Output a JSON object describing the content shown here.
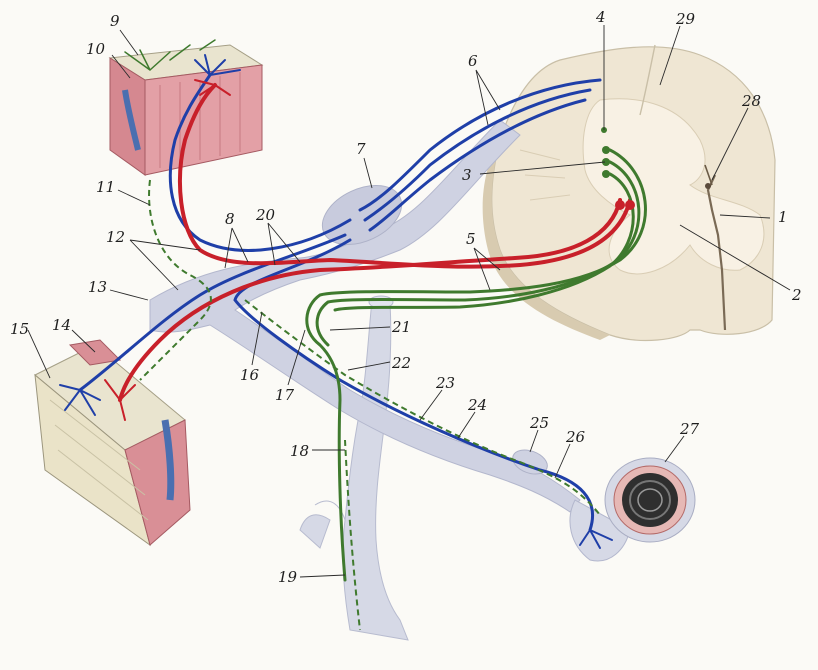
{
  "labels": [
    {
      "id": "1",
      "text": "1"
    },
    {
      "id": "2",
      "text": "2"
    },
    {
      "id": "3",
      "text": "3"
    },
    {
      "id": "4",
      "text": "4"
    },
    {
      "id": "5",
      "text": "5"
    },
    {
      "id": "6",
      "text": "6"
    },
    {
      "id": "7",
      "text": "7"
    },
    {
      "id": "8",
      "text": "8"
    },
    {
      "id": "9",
      "text": "9"
    },
    {
      "id": "10",
      "text": "10"
    },
    {
      "id": "11",
      "text": "11"
    },
    {
      "id": "12",
      "text": "12"
    },
    {
      "id": "13",
      "text": "13"
    },
    {
      "id": "14",
      "text": "14"
    },
    {
      "id": "15",
      "text": "15"
    },
    {
      "id": "16",
      "text": "16"
    },
    {
      "id": "17",
      "text": "17"
    },
    {
      "id": "18",
      "text": "18"
    },
    {
      "id": "19",
      "text": "19"
    },
    {
      "id": "20",
      "text": "20"
    },
    {
      "id": "21",
      "text": "21"
    },
    {
      "id": "22",
      "text": "22"
    },
    {
      "id": "23",
      "text": "23"
    },
    {
      "id": "24",
      "text": "24"
    },
    {
      "id": "25",
      "text": "25"
    },
    {
      "id": "26",
      "text": "26"
    },
    {
      "id": "27",
      "text": "27"
    },
    {
      "id": "28",
      "text": "28"
    },
    {
      "id": "29",
      "text": "29"
    }
  ],
  "colors": {
    "sensory_fibers": "#1f3fa8",
    "motor_fibers": "#c8202a",
    "autonomic_fibers": "#3f7a2e",
    "nerve_sheath": "#cfd2e2",
    "spinal_cord": "#efe6d3",
    "grey_matter": "#f6efe2",
    "muscle": "#d98f96",
    "skin": "#e9e4cf"
  }
}
